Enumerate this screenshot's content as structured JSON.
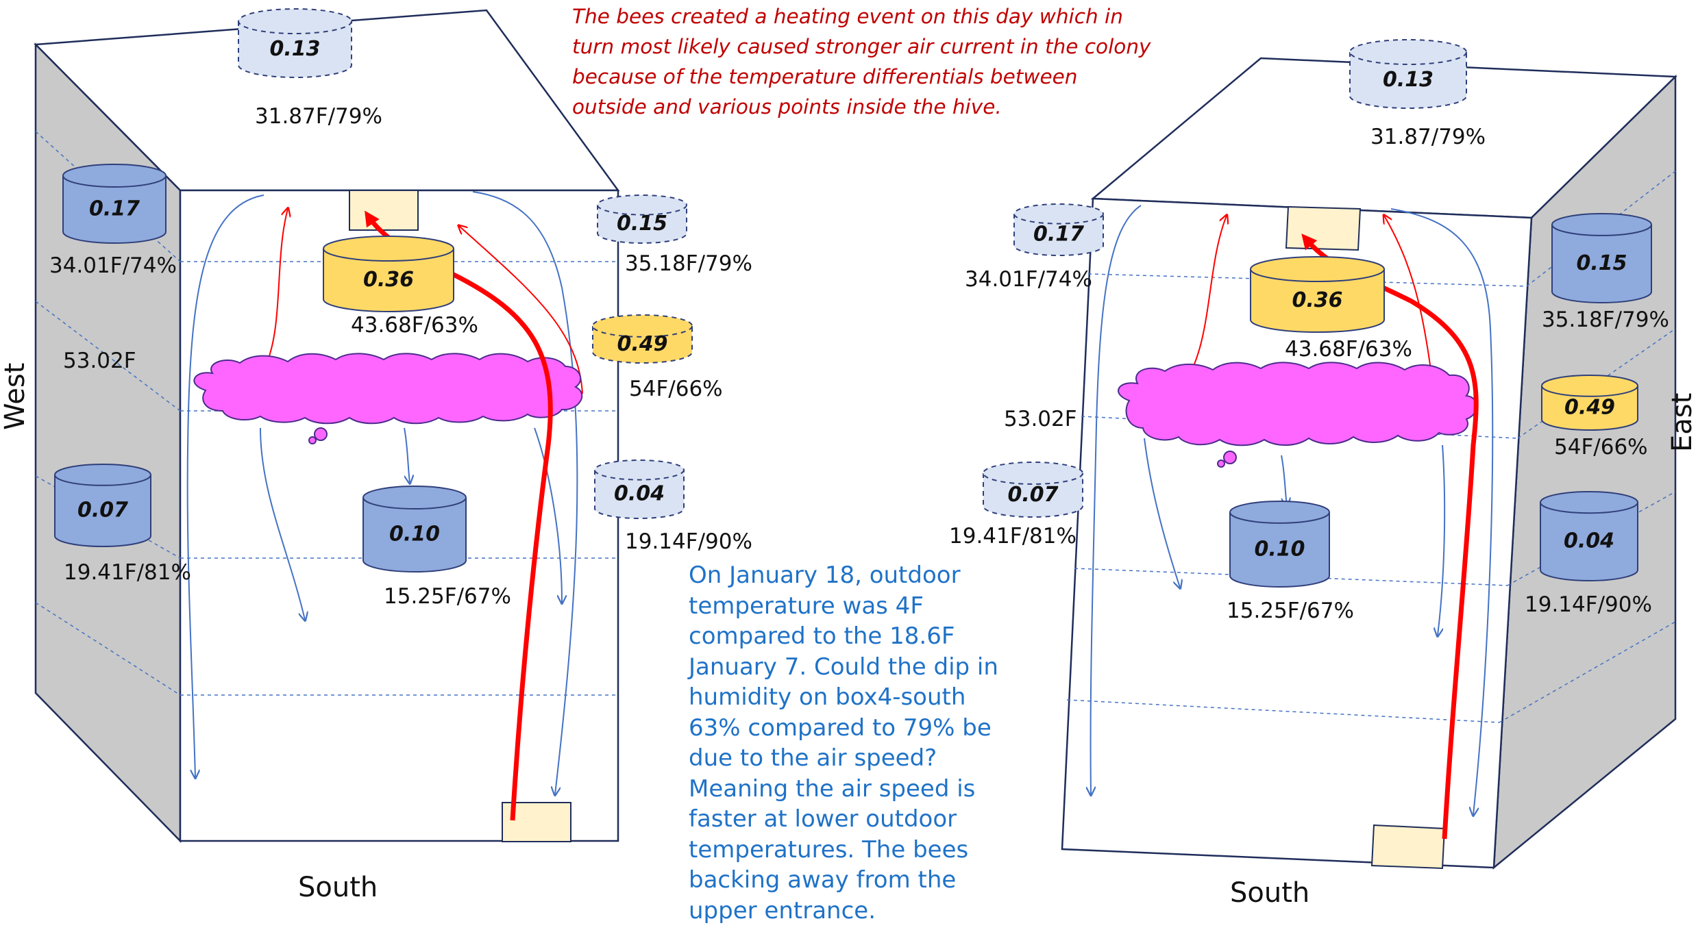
{
  "notes": {
    "heating_event": "The bees created a heating event on this day which in turn most likely caused stronger air current in the colony because of the temperature differentials between outside and various points inside the hive.",
    "air_speed_question": "On January 18, outdoor temperature was 4F compared to the 18.6F January 7. Could the dip in humidity on box4-south 63% compared to 79% be due to the air speed? Meaning the air speed is faster at lower outdoor temperatures.  The bees backing away from the upper entrance."
  },
  "left_hive": {
    "side_label": "West",
    "front_label": "South",
    "sensors": [
      {
        "id": "top",
        "value": "0.13",
        "reading": "31.87F/79%",
        "style": "light-dashed"
      },
      {
        "id": "west-upper",
        "value": "0.17",
        "reading": "34.01F/74%",
        "style": "blue"
      },
      {
        "id": "south-upper",
        "value": "0.36",
        "reading": "43.68F/63%",
        "style": "yellow"
      },
      {
        "id": "east-upper",
        "value": "0.15",
        "reading": "35.18F/79%",
        "style": "light-dashed"
      },
      {
        "id": "east-mid",
        "value": "0.49",
        "reading": "54F/66%",
        "style": "yellow-dashed"
      },
      {
        "id": "west-lower",
        "value": "0.07",
        "reading": "19.41F/81%",
        "style": "blue"
      },
      {
        "id": "center-lower",
        "value": "0.10",
        "reading": "15.25F/67%",
        "style": "blue"
      },
      {
        "id": "east-lower",
        "value": "0.04",
        "reading": "19.14F/90%",
        "style": "light-dashed"
      }
    ],
    "cluster_temp": "53.02F"
  },
  "right_hive": {
    "side_label": "East",
    "front_label": "South",
    "sensors": [
      {
        "id": "top",
        "value": "0.13",
        "reading": "31.87/79%",
        "style": "light-dashed"
      },
      {
        "id": "west-upper",
        "value": "0.17",
        "reading": "34.01F/74%",
        "style": "light-dashed"
      },
      {
        "id": "south-upper",
        "value": "0.36",
        "reading": "43.68F/63%",
        "style": "yellow"
      },
      {
        "id": "east-upper",
        "value": "0.15",
        "reading": "35.18F/79%",
        "style": "blue"
      },
      {
        "id": "east-mid",
        "value": "0.49",
        "reading": "54F/66%",
        "style": "yellow"
      },
      {
        "id": "west-lower",
        "value": "0.07",
        "reading": "19.41F/81%",
        "style": "light-dashed"
      },
      {
        "id": "center-lower",
        "value": "0.10",
        "reading": "15.25F/67%",
        "style": "blue"
      },
      {
        "id": "east-lower",
        "value": "0.04",
        "reading": "19.14F/90%",
        "style": "blue"
      }
    ],
    "cluster_temp": "53.02F"
  },
  "colors": {
    "cylinder_blue": "#8faadc",
    "cylinder_light": "#dae3f3",
    "cylinder_yellow": "#ffd966",
    "cluster_magenta": "#ff66ff",
    "entrance_fill": "#fff2cc",
    "side_wall_gray": "#c9c9c9",
    "flow_blue": "#4472c4",
    "warm_red": "#ff0000",
    "note_red": "#c00000",
    "note_blue": "#1f72c7"
  }
}
